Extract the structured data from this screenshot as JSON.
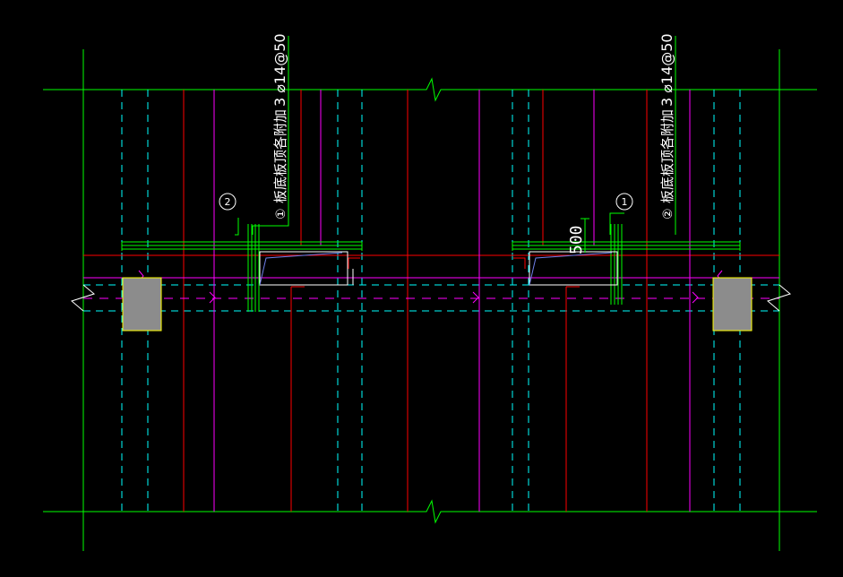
{
  "drawing": {
    "background": "#000000",
    "colors": {
      "green": "#00ff00",
      "cyan": "#00ffff",
      "red": "#ff0000",
      "magenta": "#ff00ff",
      "white": "#ffffff",
      "yellow": "#ffff00",
      "column_fill": "#8c8c8c",
      "slab_line": "#6f7fe8"
    },
    "annotations": {
      "left": {
        "callout_number": "①",
        "callout_text": "板底板顶各附加",
        "rebar_spec": "3 ⌀14@50",
        "marker": "2"
      },
      "right": {
        "callout_number": "②",
        "callout_text": "板底板顶各附加",
        "rebar_spec": "3 ⌀14@50",
        "marker": "1"
      }
    },
    "dimension": "500"
  }
}
